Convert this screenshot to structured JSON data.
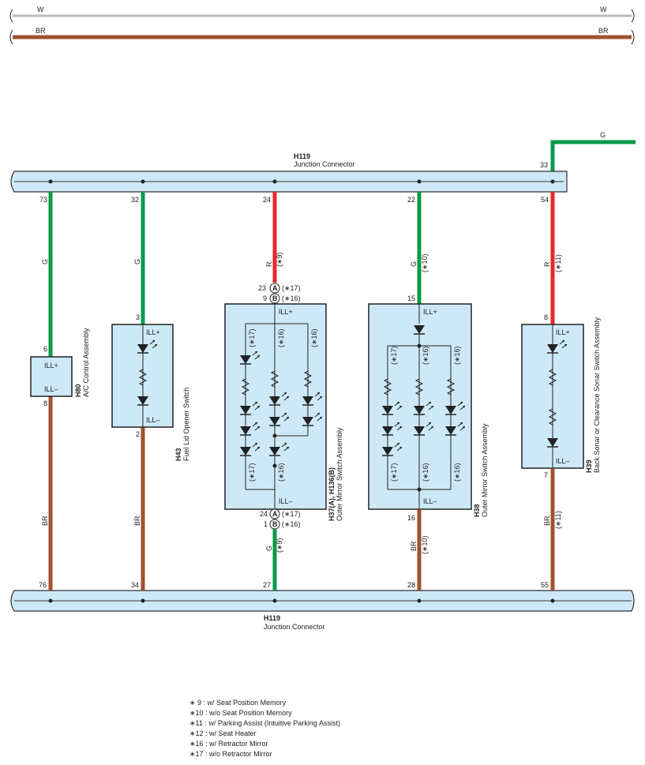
{
  "top_wires": {
    "w_left": "W",
    "w_right": "W",
    "br_left": "BR",
    "br_right": "BR"
  },
  "bus_top": {
    "code": "H119",
    "name": "Junction Connector",
    "g_wire": "G",
    "g_pin": "33"
  },
  "bus_bottom": {
    "code": "H119",
    "name": "Junction Connector"
  },
  "colors": {
    "green": "#0a9a4a",
    "red": "#e8262a",
    "brown": "#a0522d",
    "box_fill": "#cde9f7"
  },
  "c1": {
    "top_pin": "73",
    "wire": "G",
    "pin_in": "6",
    "ill_plus": "ILL+",
    "ill_minus": "ILL–",
    "pin_out": "8",
    "wire_bottom": "BR",
    "bottom_pin": "76",
    "code": "H80",
    "name": "A/C Control Assembly"
  },
  "c2": {
    "top_pin": "32",
    "wire": "G",
    "pin_in": "3",
    "ill_plus": "ILL+",
    "ill_minus": "ILL–",
    "pin_out": "2",
    "wire_bottom": "BR",
    "bottom_pin": "34",
    "code": "H43",
    "name": "Fuel Lid Opener Switch"
  },
  "c3": {
    "top_pin": "24",
    "wire": "R",
    "note_top": "(∗9)",
    "pa": "23",
    "pb": "9",
    "pa_note": "(∗17)",
    "pb_note": "(∗16)",
    "ill_plus": "ILL+",
    "ill_minus": "ILL–",
    "n17a": "(∗17)",
    "n16a": "(∗16)",
    "n16b": "(∗16)",
    "n17b": "(∗17)",
    "n16c": "(∗16)",
    "oa": "24",
    "ob": "1",
    "oa_note": "(∗17)",
    "ob_note": "(∗16)",
    "wire_bottom": "G",
    "note_bottom": "(∗9)",
    "bottom_pin": "27",
    "code": "H37(A), H136(B)",
    "name": "Outer Mirror Switch Assembly",
    "A": "A",
    "B": "B"
  },
  "c4": {
    "top_pin": "22",
    "wire": "G",
    "note_top": "(∗10)",
    "pin_in": "15",
    "ill_plus": "ILL+",
    "ill_minus": "ILL–",
    "n17a": "(∗17)",
    "n16a": "(∗16)",
    "n16b": "(∗16)",
    "n17b": "(∗17)",
    "n16c": "(∗16)",
    "n16d": "(∗16)",
    "pin_out": "16",
    "wire_bottom": "BR",
    "note_bottom": "(∗10)",
    "bottom_pin": "28",
    "code": "H38",
    "name": "Outer Mirror Switch Assembly"
  },
  "c5": {
    "top_pin": "54",
    "wire": "R",
    "note_top": "(∗11)",
    "pin_in": "8",
    "ill_plus": "ILL+",
    "ill_minus": "ILL–",
    "pin_out": "7",
    "wire_bottom": "BR",
    "note_bottom": "(∗11)",
    "bottom_pin": "55",
    "code": "H39",
    "name": "Back Sonar or Clearance Sonar Switch Assembly"
  },
  "notes": [
    "∗ 9 : w/ Seat Position Memory",
    "∗10 : w/o Seat Position Memory",
    "∗11 : w/ Parking Assist (Intuitive Parking Assist)",
    "∗12 : w/ Seat Heater",
    "∗16 : w/ Retractor Mirror",
    "∗17 : w/o Retractor Mirror"
  ]
}
